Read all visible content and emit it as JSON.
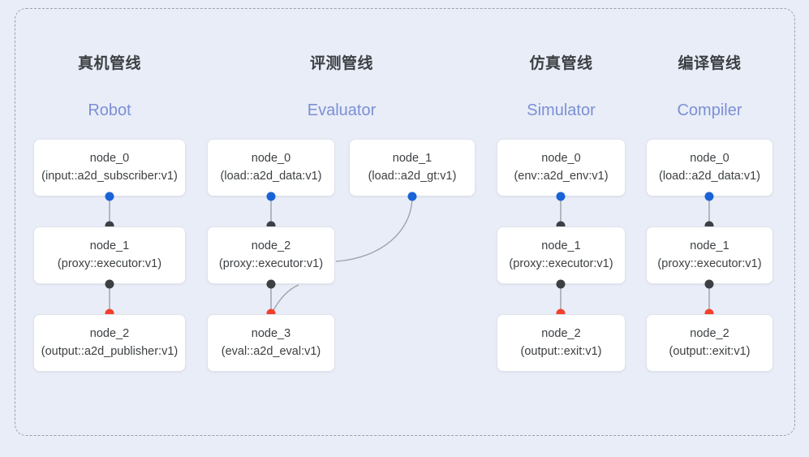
{
  "diagram": {
    "title_cn_suffix": "管线",
    "background_color": "#e9edf8",
    "frame_border_color": "#9aa3b4",
    "accent_color": "#7b90d4",
    "port_colors": {
      "input": "#1a63d6",
      "middle": "#3c4043",
      "output": "#f4402c"
    }
  },
  "columns": [
    {
      "title_cn": "真机管线",
      "title_en": "Robot",
      "nodes": [
        {
          "name": "node_0",
          "type": "(input::a2d_subscriber:v1)"
        },
        {
          "name": "node_1",
          "type": "(proxy::executor:v1)"
        },
        {
          "name": "node_2",
          "type": "(output::a2d_publisher:v1)"
        }
      ]
    },
    {
      "title_cn": "评测管线",
      "title_en": "Evaluator",
      "nodes": [
        {
          "name": "node_0",
          "type": "(load::a2d_data:v1)"
        },
        {
          "name": "node_2",
          "type": "(proxy::executor:v1)"
        },
        {
          "name": "node_3",
          "type": "(eval::a2d_eval:v1)"
        }
      ],
      "side_nodes": [
        {
          "name": "node_1",
          "type": "(load::a2d_gt:v1)"
        }
      ]
    },
    {
      "title_cn": "仿真管线",
      "title_en": "Simulator",
      "nodes": [
        {
          "name": "node_0",
          "type": "(env::a2d_env:v1)"
        },
        {
          "name": "node_1",
          "type": "(proxy::executor:v1)"
        },
        {
          "name": "node_2",
          "type": "(output::exit:v1)"
        }
      ]
    },
    {
      "title_cn": "编译管线",
      "title_en": "Compiler",
      "nodes": [
        {
          "name": "node_0",
          "type": "(load::a2d_data:v1)"
        },
        {
          "name": "node_1",
          "type": "(proxy::executor:v1)"
        },
        {
          "name": "node_2",
          "type": "(output::exit:v1)"
        }
      ]
    }
  ]
}
